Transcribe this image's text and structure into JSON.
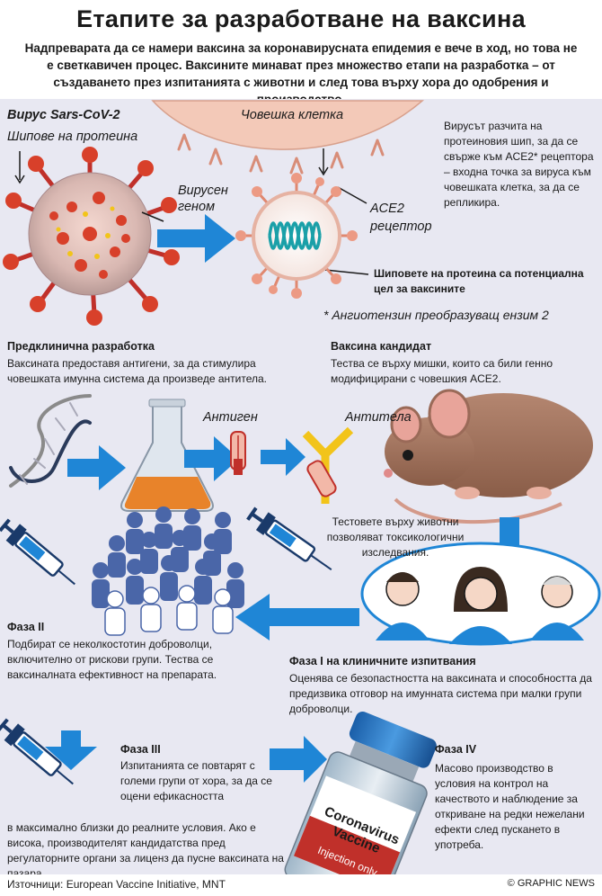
{
  "header": {
    "title": "Етапите за разработване на вaксина",
    "intro": "Надпреварата да се намери ваксина за коронавирусната епидемия е вече в ход, но това не е светкавичен процес. Ваксините минават през множество етапи на разработка – от създаването през изпитанията с животни и след това върху хора  до одобрения и производство."
  },
  "virus": {
    "title": "Вирус Sars-CoV-2",
    "spikes_label": "Шипове на протеина",
    "genome_label_1": "Вирусен",
    "genome_label_2": "геном",
    "cell_label": "Човешка клетка",
    "receptor_label_1": "ACE2",
    "receptor_label_2": "рецептор",
    "explanation": "Вирусът разчита на протеиновия шип, за да се свърже към ACE2* рецептора – входна точка за вируса към човешката клетка, за да се репликира.",
    "target_note": "Шиповете на протеина са потенциална цел за ваксините",
    "footnote": "* Ангиотензин преобразуващ ензим 2"
  },
  "preclinical": {
    "heading": "Предклинична разработка",
    "text": "Ваксината предоставя антигени, за да стимулира човешката имунна система да произведе антитела.",
    "antigen_label": "Антиген",
    "antibody_label": "Антитела"
  },
  "candidate": {
    "heading": "Ваксина кандидат",
    "text": "Тества се върху мишки, които са били генно модифицирани с човешкия ACE2.",
    "animal_note": "Тестовете върху животни позволяват токсикологични изследвания."
  },
  "phase1": {
    "heading": "Фаза I на клиничните изпитвания",
    "text": "Оценява се безопастността на ваксината и способността да предизвика отговор  на имунната система при малки групи доброволци."
  },
  "phase2": {
    "heading": "Фаза II",
    "text": "Подбират се неколкостотин доброволци, включително от рискови групи. Тества се ваксиналната ефективност на препарата."
  },
  "phase3": {
    "heading": "Фаза III",
    "text_top": "Изпитанията се повтарят с големи групи от хора, за да се оцени ефикасността",
    "text_bottom": "в максимално близки до реалните условия. Ако е висока, производителят кандидатства пред регулаторните органи за лиценз да пусне ваксината на пазара."
  },
  "phase4": {
    "heading": "Фаза IV",
    "text": "Масово производство в условия на контрол на качеството и наблюдение за откриване на редки нежелани ефекти след пускането в употреба."
  },
  "vial": {
    "line1": "Coronavirus",
    "line2": "Vaccine",
    "line3": "Injection only"
  },
  "footer": {
    "sources": "Източници: European Vaccine Initiative, MNT",
    "credit": "© GRAPHIC NEWS"
  },
  "colors": {
    "arrow_blue": "#1f86d6",
    "panel_bg": "#e8e8f2",
    "virus_red": "#d8402a",
    "cell_pink": "#f3c9b8",
    "liquid_orange": "#e8832a",
    "antibody_yellow": "#f2c41a"
  }
}
